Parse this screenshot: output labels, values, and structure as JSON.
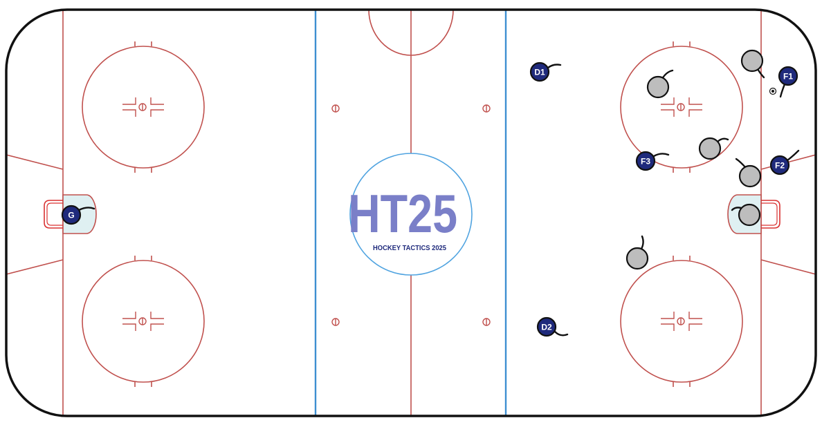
{
  "logo": {
    "main": "HT25",
    "sub": "HOCKEY TACTICS 2025"
  },
  "colors": {
    "board": "#111111",
    "red_line": "#c0504d",
    "blue_line": "#3d8fd1",
    "logo_text": "#7a7fc8",
    "logo_circle": "#4fa3e0",
    "crease": "#dff0f2",
    "team_player": "#1f2a7c",
    "opponent": "#bdbdbd"
  },
  "players": [
    {
      "id": "goalie",
      "label": "G"
    },
    {
      "id": "d1",
      "label": "D1"
    },
    {
      "id": "d2",
      "label": "D2"
    },
    {
      "id": "f1",
      "label": "F1"
    },
    {
      "id": "f2",
      "label": "F2"
    },
    {
      "id": "f3",
      "label": "F3"
    }
  ],
  "opponents": [
    {
      "id": "opp-1"
    },
    {
      "id": "opp-2"
    },
    {
      "id": "opp-3"
    },
    {
      "id": "opp-4"
    },
    {
      "id": "opp-5"
    },
    {
      "id": "opp-goalie"
    }
  ]
}
